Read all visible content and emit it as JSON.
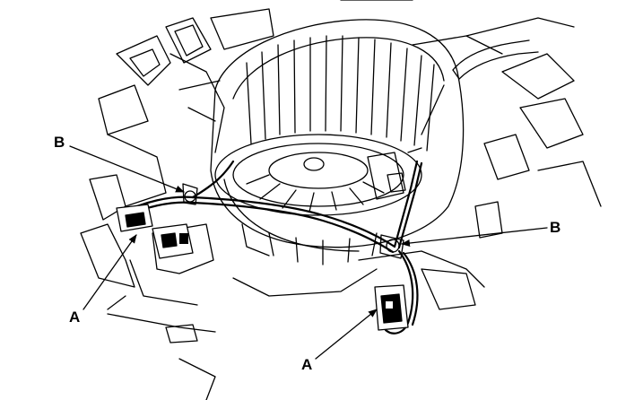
{
  "callouts": {
    "b_left": "B",
    "b_right": "B",
    "a_left": "A",
    "a_right": "A"
  },
  "colors": {
    "line": "#000000",
    "background": "#ffffff"
  }
}
